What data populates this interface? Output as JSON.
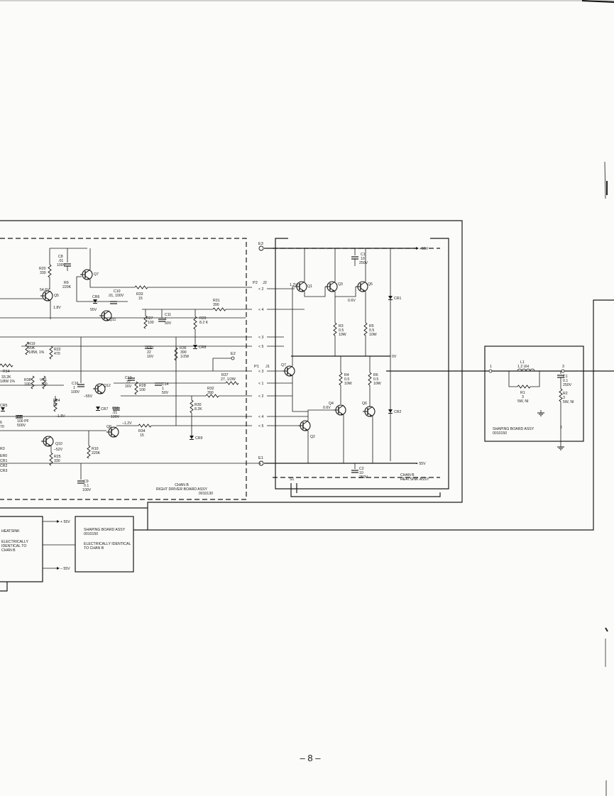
{
  "page": {
    "number": "– 8 –"
  },
  "terminals": [
    "E3",
    "E2",
    "E1",
    "S1",
    "P2",
    "J2",
    "P1",
    "J1"
  ],
  "rails": {
    "pos": "+55V",
    "neg": "– 55V",
    "zero": "0V"
  },
  "voltages": {
    "q1": "1.2V",
    "q3": "0.6V",
    "q4": "0.6V",
    "q5": "54.6V",
    "q7": "55V",
    "q5_low": "1.8V",
    "n1": "–1.8V",
    "n2": "–1.2V",
    "n3": "–55V",
    "n4": "–52V"
  },
  "pins": [
    "< 2",
    "< 4",
    "< 3",
    "< 5",
    "< 3",
    "< 1",
    "< 2",
    "< 4",
    "< 5"
  ],
  "transistors": [
    "Q1",
    "Q2",
    "Q3",
    "Q4",
    "Q5",
    "Q6",
    "Q7",
    "Q5",
    "Q7",
    "Q11",
    "Q12",
    "Q8",
    "Q10"
  ],
  "diodes": [
    "CR1",
    "CR2",
    "CR5",
    "CR6",
    "CR7",
    "CR8",
    "CR9"
  ],
  "components": {
    "c8": [
      "C8",
      ".01",
      "100V"
    ],
    "r20": [
      "R20",
      "330"
    ],
    "r9": [
      "R9",
      "220K"
    ],
    "c10": [
      "C10",
      ".01, 100V"
    ],
    "r33": [
      "R33",
      "15"
    ],
    "r31": [
      "R31",
      "390"
    ],
    "c11": [
      "C11",
      "1",
      "50V"
    ],
    "r27": [
      "R27",
      "100"
    ],
    "r29": [
      "R29",
      "8.2 K"
    ],
    "c12": [
      "C12",
      "22",
      "16V"
    ],
    "r36": [
      "R36",
      "390",
      "1/2W"
    ],
    "r19": [
      "R19",
      "20K",
      "1/8W, 1%"
    ],
    "r22": [
      "R22",
      "470"
    ],
    "r14": [
      "R14",
      "33.2K",
      "1/8W 1%"
    ],
    "r38": [
      "R38",
      "100"
    ],
    "vr1": [
      "VR1",
      "100"
    ],
    "c16": [
      "C16",
      "1",
      "100V"
    ],
    "c13": [
      "C13",
      "22",
      "16V"
    ],
    "r28": [
      "R28",
      "100"
    ],
    "c14": [
      "C14",
      "1",
      "50V"
    ],
    "r37": [
      "R37",
      "27, 1/2W"
    ],
    "r32": [
      "R32",
      "390"
    ],
    "r24": [
      "R24",
      "82"
    ],
    "c15": [
      "C15",
      ".01",
      "100V"
    ],
    "r30": [
      "R30",
      "8.2K"
    ],
    "c7": [
      "C7",
      "100 PF",
      "500V"
    ],
    "r34": [
      "R34",
      "15"
    ],
    "r10": [
      "R10",
      "220K"
    ],
    "r25": [
      "R25",
      "330"
    ],
    "c9": [
      "C9",
      "0.1",
      "100V"
    ],
    "c1": [
      "C1",
      "10",
      "250V"
    ],
    "r3": [
      "R3",
      "0.5",
      "10W"
    ],
    "r5": [
      "R5",
      "0.5",
      "10W"
    ],
    "r4": [
      "R4",
      "0.5",
      "10W"
    ],
    "r6": [
      "R6",
      "0.5",
      "10W"
    ],
    "c2": [
      "C2",
      "10",
      "250V"
    ],
    "l1": [
      "L1",
      "1.2 UH"
    ],
    "sc1": [
      "C1",
      "0.1",
      "250V"
    ],
    "r1": [
      "R1",
      "3",
      "5W, NI"
    ],
    "r2": [
      "R2",
      "3",
      "5W, NI"
    ]
  },
  "left_fragments": [
    "6",
    "70",
    "R3",
    "ER0",
    "CR1",
    "CR2",
    "CR3"
  ],
  "boxes": {
    "driver": {
      "line1": "CHAN B",
      "line2": "RIGHT DRIVER BOARD ASSY",
      "line3": "0010130"
    },
    "heatsink": {
      "line1": "CHAN B",
      "line2": "HEATSINK ASSY"
    },
    "shaping": {
      "line1": "SHAPING BOARD ASSY",
      "line2": "0010150",
      "pin1": "1",
      "pin2": "2",
      "pin3": "3"
    },
    "lower_left": {
      "line1": "HEATSINK",
      "line2": "ELECTRICALLY",
      "line3": "IDENTICAL TO",
      "line4": "CHAN B",
      "pos": "+ 55V",
      "neg": "– 55V"
    },
    "lower_mid": {
      "line1": "SHAPING BOARD ASSY",
      "line2": "0010150",
      "line3": "ELECTRICALLY IDENTICAL",
      "line4": "TO CHAN B"
    }
  }
}
